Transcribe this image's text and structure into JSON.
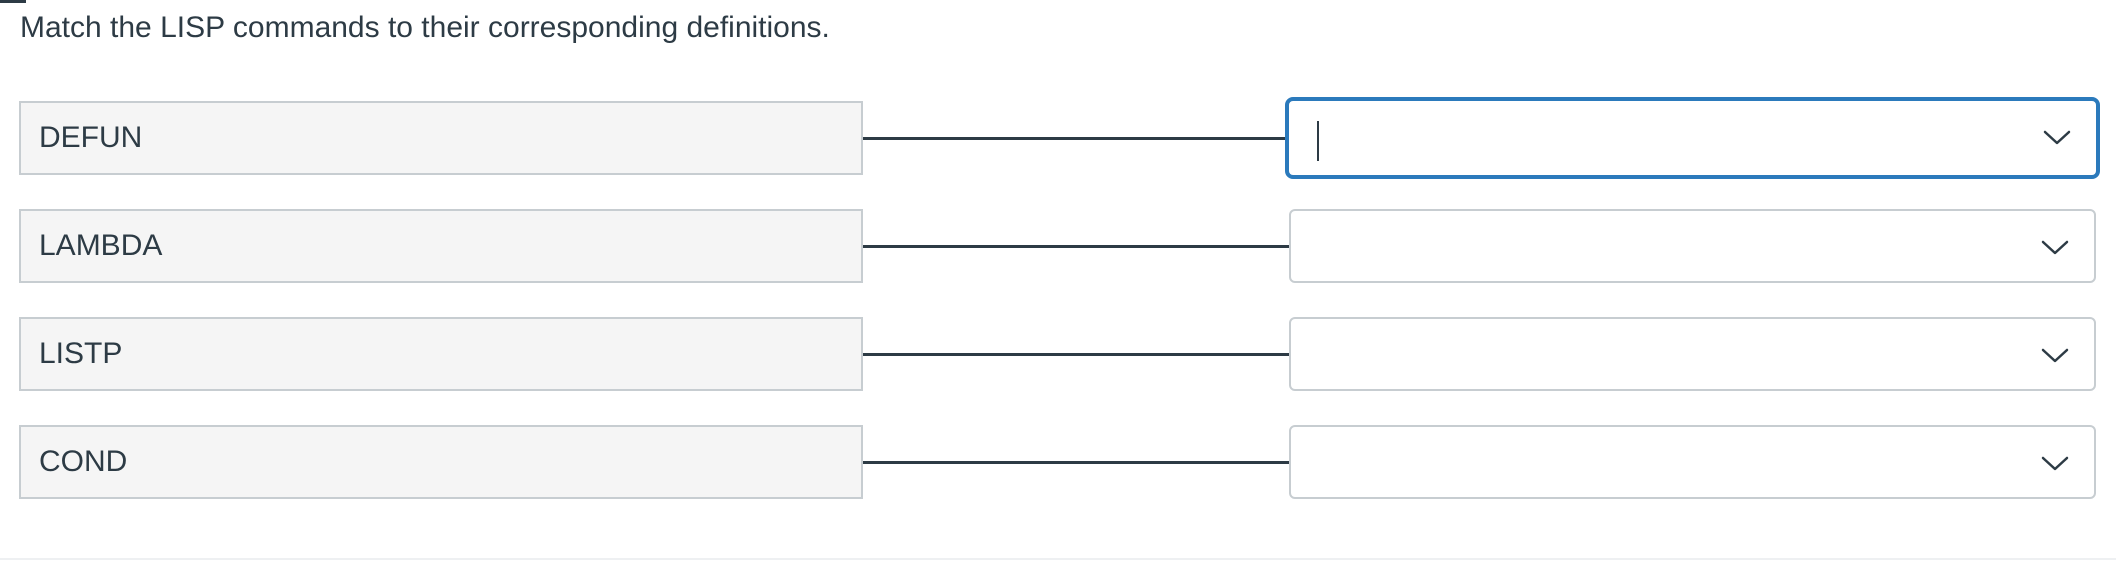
{
  "question": {
    "text": "Match the LISP commands to their corresponding definitions."
  },
  "matches": [
    {
      "term": "DEFUN",
      "selected_value": "",
      "focused": true
    },
    {
      "term": "LAMBDA",
      "selected_value": "",
      "focused": false
    },
    {
      "term": "LISTP",
      "selected_value": "",
      "focused": false
    },
    {
      "term": "COND",
      "selected_value": "",
      "focused": false
    }
  ],
  "colors": {
    "text": "#2d3b45",
    "term_background": "#f5f5f5",
    "border": "#c7cdd1",
    "focus_ring": "#2b7abc"
  },
  "icons": {
    "dropdown": "chevron-down-icon"
  }
}
